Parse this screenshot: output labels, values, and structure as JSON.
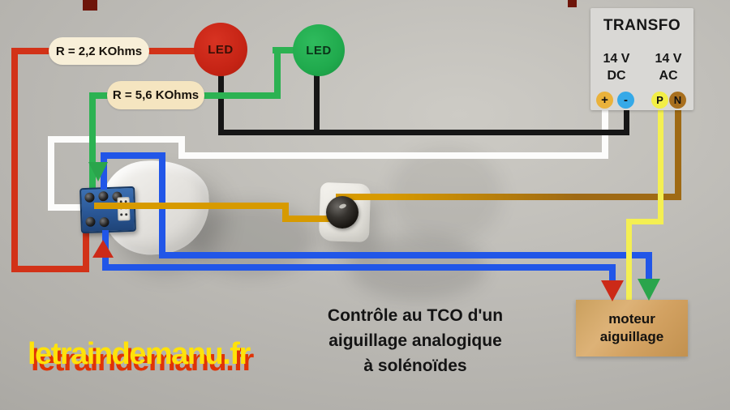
{
  "transfo": {
    "title": "TRANSFO",
    "dc": {
      "voltage": "14 V",
      "label": "DC",
      "plus": "+",
      "minus": "-"
    },
    "ac": {
      "voltage": "14 V",
      "label": "AC",
      "p": "P",
      "n": "N"
    }
  },
  "resistors": {
    "r1": "R = 2,2 KOhms",
    "r2": "R = 5,6 KOhms"
  },
  "leds": {
    "red_label": "LED",
    "green_label": "LED"
  },
  "motor": {
    "line1": "moteur",
    "line2": "aiguillage"
  },
  "caption": {
    "line1": "Contrôle au TCO d'un",
    "line2": "aiguillage analogique",
    "line3": "à solénoïdes"
  },
  "watermark": "letraindemanu.fr",
  "colors": {
    "wire_red": "#d23218",
    "wire_green": "#2cb252",
    "wire_blue": "#2156e8",
    "wire_black": "#161616",
    "wire_white": "#fcfcfb",
    "wire_yellow": "#f4ef52",
    "wire_orange": "#d79a00",
    "wire_brown": "#9f6a14",
    "arrow_red": "#cc2a18",
    "arrow_green": "#2aa54c",
    "led_red": "#c62415",
    "led_green": "#20aa4d",
    "transfo_bg": "#d9d8d5",
    "terminal_plus": "#eab23b",
    "terminal_minus": "#35a9e8",
    "terminal_p": "#f2ee46",
    "terminal_n": "#a86f1e",
    "pill_bg": "#f8efd8",
    "pill2_bg": "#f5e5c0",
    "motor_bg": "#d3a262",
    "watermark_yellow": "#ffe20a",
    "watermark_red": "#e03305"
  }
}
